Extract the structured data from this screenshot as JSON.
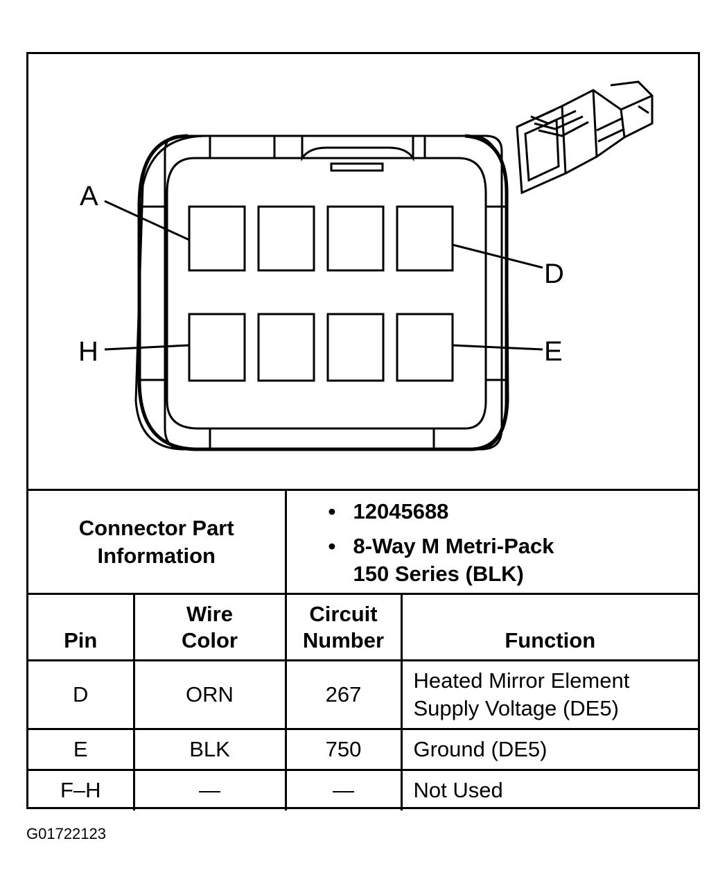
{
  "diagram": {
    "pin_labels": {
      "a": "A",
      "d": "D",
      "h": "H",
      "e": "E"
    }
  },
  "connector_info": {
    "title_line1": "Connector Part",
    "title_line2": "Information",
    "part_number": "12045688",
    "desc_line1": "8-Way M Metri-Pack",
    "desc_line2": "150 Series (BLK)"
  },
  "table": {
    "headers": {
      "pin": "Pin",
      "wire_color_line1": "Wire",
      "wire_color_line2": "Color",
      "circuit_line1": "Circuit",
      "circuit_line2": "Number",
      "function": "Function"
    },
    "rows": [
      {
        "pin": "D",
        "wire_color": "ORN",
        "circuit": "267",
        "function_line1": "Heated Mirror Element",
        "function_line2": "Supply Voltage (DE5)"
      },
      {
        "pin": "E",
        "wire_color": "BLK",
        "circuit": "750",
        "function_line1": "Ground (DE5)",
        "function_line2": ""
      },
      {
        "pin": "F–H",
        "wire_color": "—",
        "circuit": "—",
        "function_line1": "Not Used",
        "function_line2": ""
      }
    ]
  },
  "figure_id": "G01722123"
}
